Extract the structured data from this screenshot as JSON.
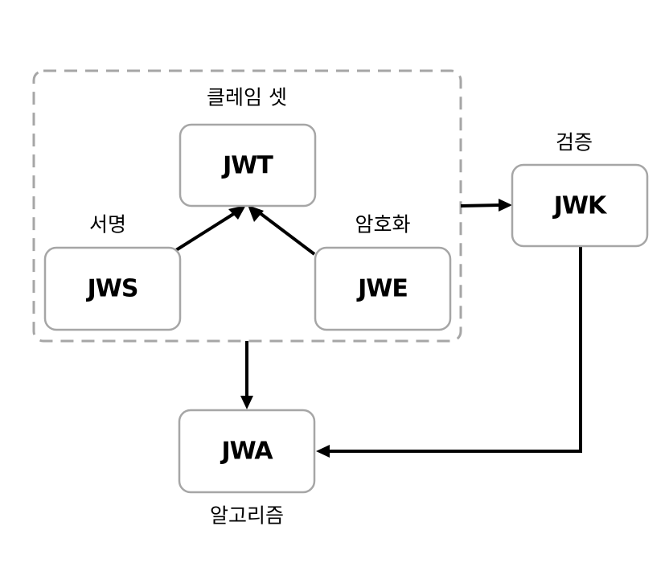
{
  "group": {
    "label": "클레임 셋"
  },
  "nodes": {
    "jwt": {
      "label": "JWT"
    },
    "jws": {
      "label": "JWS",
      "caption": "서명"
    },
    "jwe": {
      "label": "JWE",
      "caption": "암호화"
    },
    "jwk": {
      "label": "JWK",
      "caption": "검증"
    },
    "jwa": {
      "label": "JWA",
      "caption": "알고리즘"
    }
  },
  "edges": [
    {
      "from": "jws",
      "to": "jwt"
    },
    {
      "from": "jwe",
      "to": "jwt"
    },
    {
      "from": "group",
      "to": "jwk"
    },
    {
      "from": "group",
      "to": "jwa"
    },
    {
      "from": "jwk",
      "to": "jwa"
    }
  ],
  "colors": {
    "node_border": "#a6a6a6",
    "group_border": "#a6a6a6",
    "edge": "#000000",
    "text": "#000000"
  }
}
